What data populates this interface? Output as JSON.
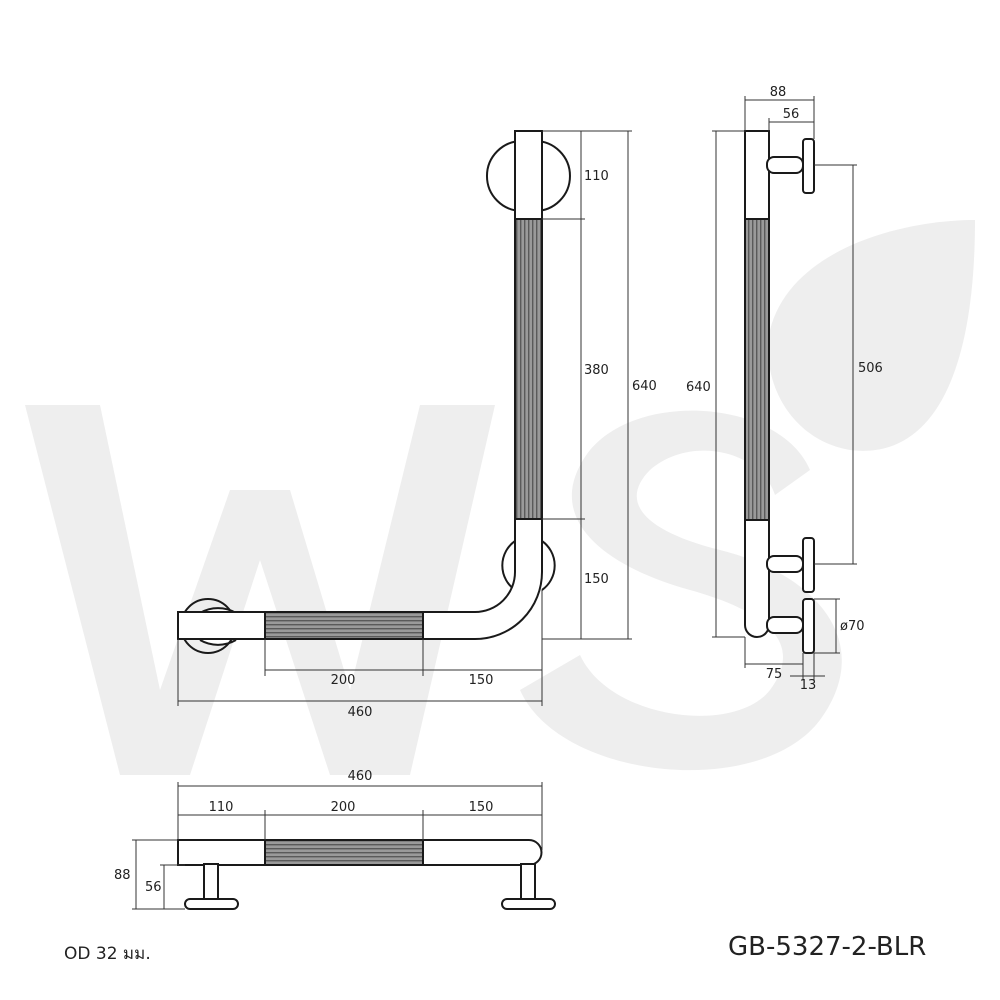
{
  "watermark": {
    "letters": "WS",
    "registered_mark": "®",
    "color": "#eeeeee"
  },
  "colors": {
    "line": "#1a1a1a",
    "grip": "#8a8a8a",
    "background": "#ffffff"
  },
  "front_view": {
    "vertical_dims": [
      "110",
      "380",
      "150",
      "640"
    ],
    "horizontal_dims": [
      "200",
      "150",
      "460"
    ]
  },
  "side_view": {
    "dims": [
      "88",
      "56",
      "640",
      "506",
      "ø70",
      "75",
      "13"
    ]
  },
  "top_view": {
    "overall": "460",
    "segments": [
      "110",
      "200",
      "150"
    ],
    "heights": [
      "88",
      "56"
    ]
  },
  "notes": {
    "od": "OD 32 มม.",
    "model": "GB-5327-2-BLR"
  }
}
